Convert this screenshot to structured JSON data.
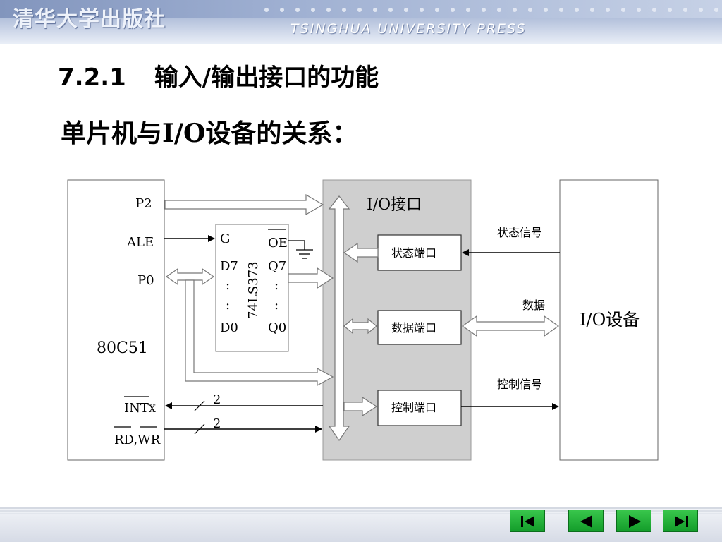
{
  "header": {
    "publisher_cn": "清华大学出版社",
    "publisher_en": "TSINGHUA UNIVERSITY PRESS"
  },
  "title": {
    "number": "7.2.1",
    "text": "输入/输出接口的功能"
  },
  "subtitle": "单片机与I/O设备的关系：",
  "diagram": {
    "mcu": {
      "name": "80C51",
      "pins": {
        "p2": "P2",
        "ale": "ALE",
        "p0": "P0",
        "intx_main": "INT",
        "intx_sub": "X",
        "rd_wr": "RD,WR"
      }
    },
    "latch": {
      "name": "74LS373",
      "g": "G",
      "oe": "OE",
      "d7": "D7",
      "q7": "Q7",
      "d0": "D0",
      "q0": "Q0",
      "dots": ":"
    },
    "interface": {
      "title": "I/O接口",
      "status_port": "状态端口",
      "data_port": "数据端口",
      "control_port": "控制端口"
    },
    "device": {
      "name": "I/O设备"
    },
    "signals": {
      "status": "状态信号",
      "data": "数据",
      "control": "控制信号",
      "bus_width_1": "2",
      "bus_width_2": "2"
    },
    "colors": {
      "interface_fill": "#cfcfcf",
      "line": "#000000",
      "box_border": "#555555"
    }
  },
  "navigation": {
    "first": "first-icon",
    "prev": "prev-icon",
    "next": "next-icon",
    "last": "last-icon"
  }
}
